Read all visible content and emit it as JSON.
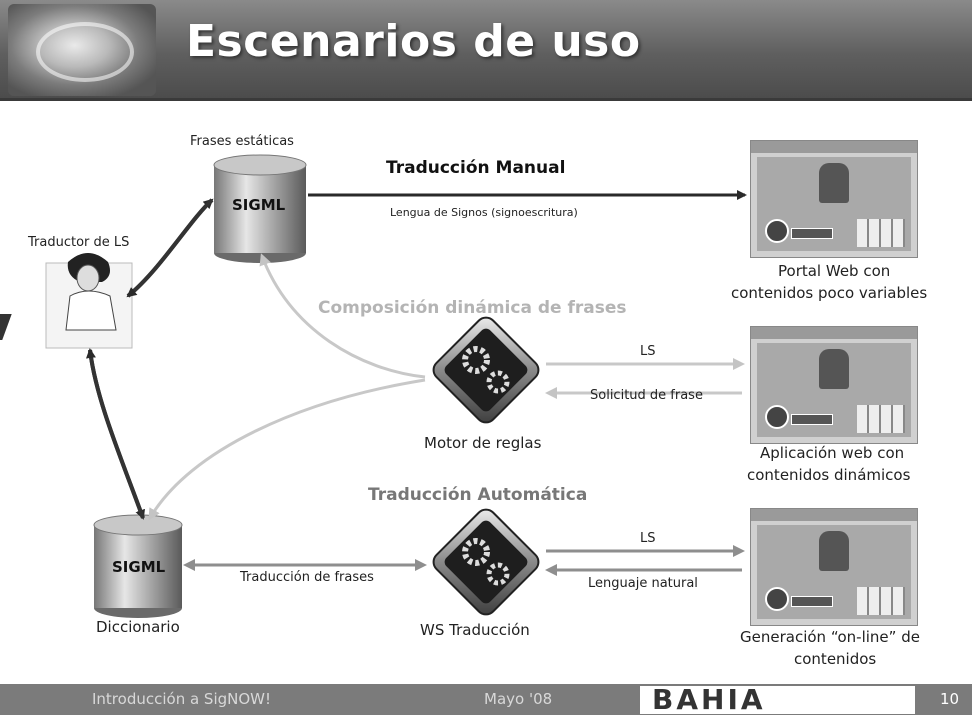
{
  "header": {
    "title": "Escenarios de uso"
  },
  "diagram": {
    "db_top": {
      "caption": "Frases estáticas",
      "label": "SIGML"
    },
    "db_bottom": {
      "caption": "Diccionario",
      "label": "SIGML"
    },
    "translator": {
      "caption": "Traductor de LS"
    },
    "manual": {
      "title": "Traducción Manual",
      "sublabel": "Lengua de Signos (signoescritura)"
    },
    "dynamic": {
      "title": "Composición dinámica de frases",
      "ls_label": "LS",
      "request_label": "Solicitud de frase"
    },
    "engine": {
      "caption": "Motor de reglas"
    },
    "automatic": {
      "title": "Traducción Automática",
      "ls_label": "LS",
      "natural_label": "Lenguaje natural",
      "phrases_label": "Traducción de frases"
    },
    "ws": {
      "caption": "WS Traducción"
    },
    "portal": {
      "caption_line1": "Portal Web con",
      "caption_line2": "contenidos poco variables"
    },
    "webapp": {
      "caption_line1": "Aplicación web con",
      "caption_line2": "contenidos dinámicos"
    },
    "generation": {
      "caption_line1": "Generación “on-line” de",
      "caption_line2": "contenidos"
    }
  },
  "footer": {
    "left": "Introducción a SigNOW!",
    "center": "Mayo '08",
    "logo": "BAHIA",
    "page": "10"
  },
  "colors": {
    "header": "#5f5f5f",
    "dark_arrow": "#2a2a2a",
    "light_arrow": "#c8c8c8",
    "footer": "#7b7b7b"
  },
  "icons": [
    "gears-icon",
    "globe-icon",
    "database-icon",
    "person-at-laptop-icon"
  ]
}
